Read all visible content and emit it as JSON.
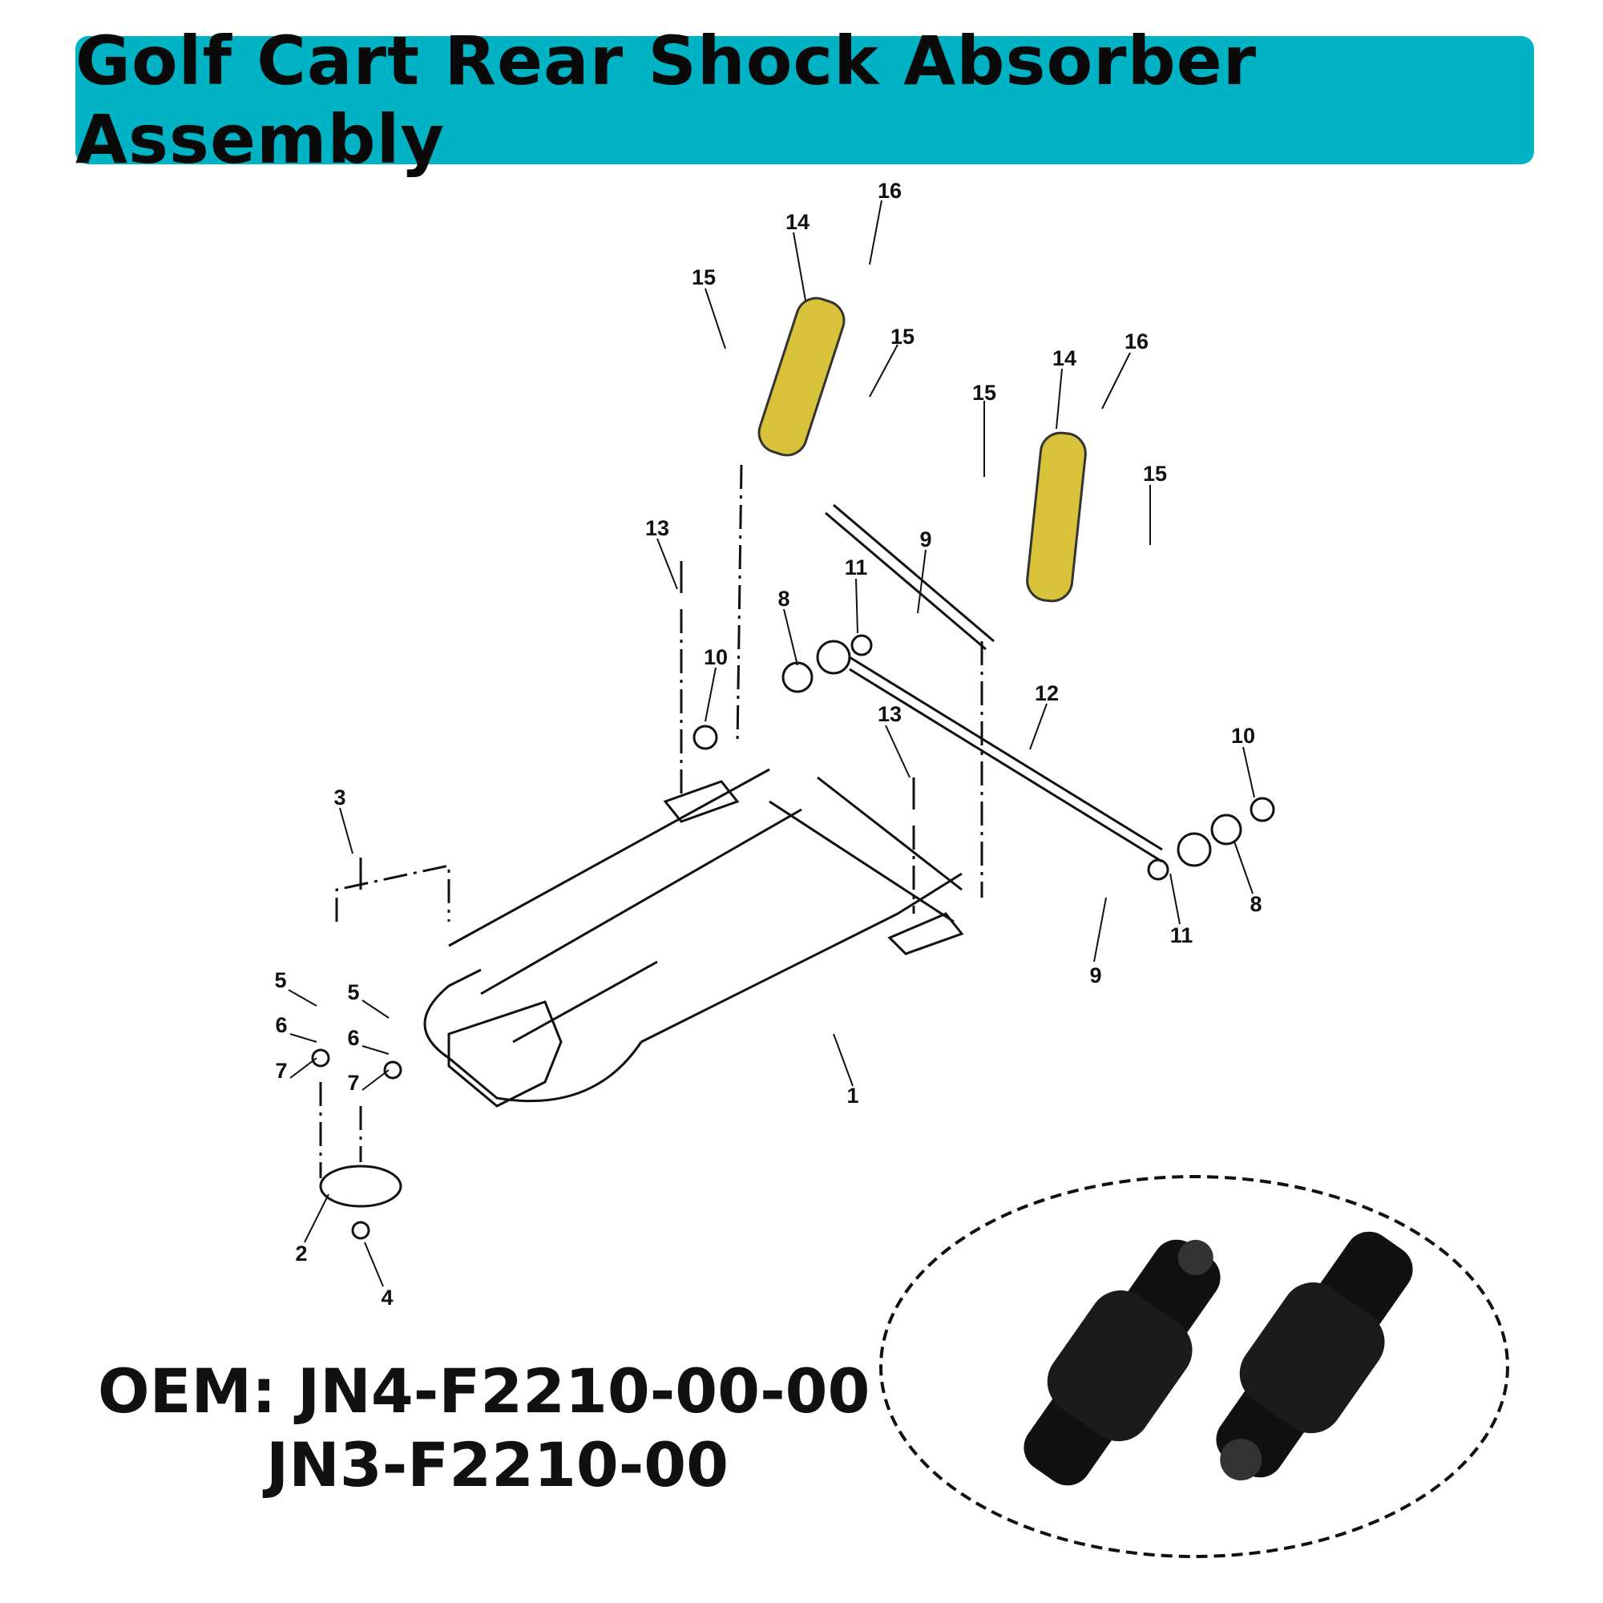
{
  "title": "Golf Cart Rear Shock Absorber Assembly",
  "colors": {
    "banner": "#00b3c4",
    "shock_diagram": "#d8c23a",
    "shock_photo": "#111111"
  },
  "callouts": [
    "16",
    "14",
    "15",
    "15",
    "16",
    "14",
    "15",
    "15",
    "13",
    "9",
    "11",
    "8",
    "10",
    "12",
    "13",
    "10",
    "3",
    "8",
    "11",
    "9",
    "5",
    "5",
    "6",
    "6",
    "7",
    "7",
    "1",
    "2",
    "4"
  ],
  "oem": {
    "label": "OEM:",
    "part1": "JN4-F2210-00-00",
    "part2": "JN3-F2210-00"
  }
}
